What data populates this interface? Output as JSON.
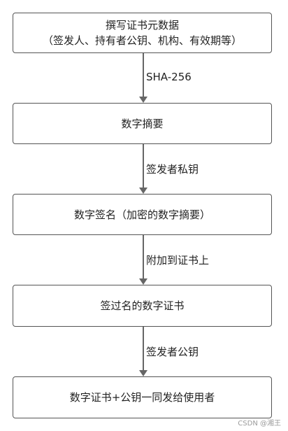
{
  "steps": [
    {
      "line1": "撰写证书元数据",
      "line2": "（签发人、持有者公钥、机构、有效期等）"
    },
    {
      "line1": "数字摘要"
    },
    {
      "line1": "数字签名（加密的数字摘要）"
    },
    {
      "line1": "签过名的数字证书"
    },
    {
      "line1": "数字证书+公钥一同发给使用者"
    }
  ],
  "edges": [
    {
      "label": "SHA-256"
    },
    {
      "label": "签发者私钥"
    },
    {
      "label": "附加到证书上"
    },
    {
      "label": "签发者公钥"
    }
  ],
  "watermark": "CSDN @湘王",
  "colors": {
    "box_border": "#555555",
    "arrow": "#666666",
    "text": "#222222"
  }
}
